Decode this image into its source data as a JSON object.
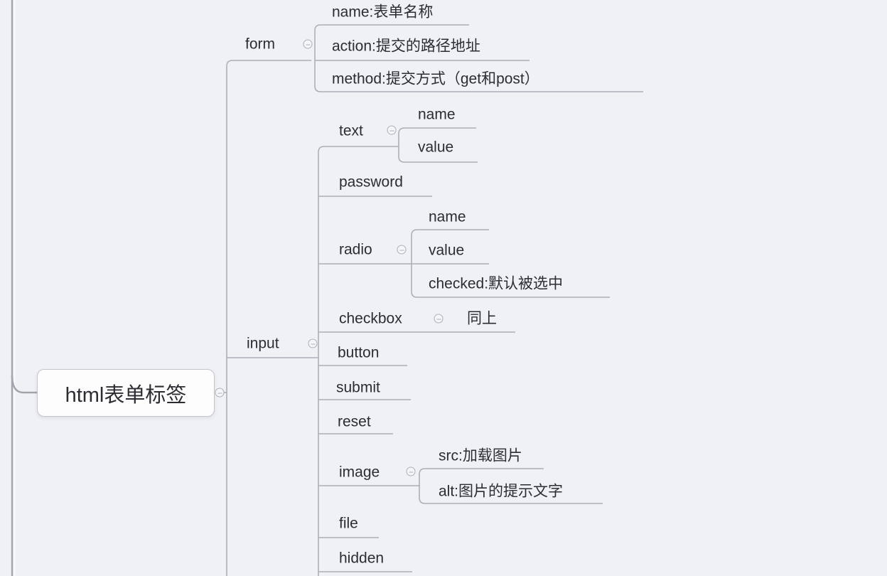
{
  "theme": {
    "background": "#f0f1f5",
    "line_color": "#aeaeb6",
    "rail_color": "#a4a4ac",
    "text_color": "#2b2d33",
    "root_fill": "#fdfdfe",
    "root_border": "#c5c5cb"
  },
  "icons": {
    "collapse": "minus-circle"
  },
  "mindmap": {
    "root": {
      "label": "html表单标签"
    },
    "branches": [
      {
        "label": "form",
        "children": [
          {
            "label": "name:表单名称"
          },
          {
            "label": "action:提交的路径地址"
          },
          {
            "label": "method:提交方式（get和post）"
          }
        ]
      },
      {
        "label": "input",
        "children": [
          {
            "label": "text",
            "children": [
              {
                "label": "name"
              },
              {
                "label": "value"
              }
            ]
          },
          {
            "label": "password"
          },
          {
            "label": "radio",
            "children": [
              {
                "label": "name"
              },
              {
                "label": "value"
              },
              {
                "label": "checked:默认被选中"
              }
            ]
          },
          {
            "label": "checkbox",
            "children": [
              {
                "label": "同上"
              }
            ]
          },
          {
            "label": "button"
          },
          {
            "label": "submit"
          },
          {
            "label": "reset"
          },
          {
            "label": "image",
            "children": [
              {
                "label": "src:加载图片"
              },
              {
                "label": "alt:图片的提示文字"
              }
            ]
          },
          {
            "label": "file"
          },
          {
            "label": "hidden"
          }
        ]
      }
    ]
  }
}
